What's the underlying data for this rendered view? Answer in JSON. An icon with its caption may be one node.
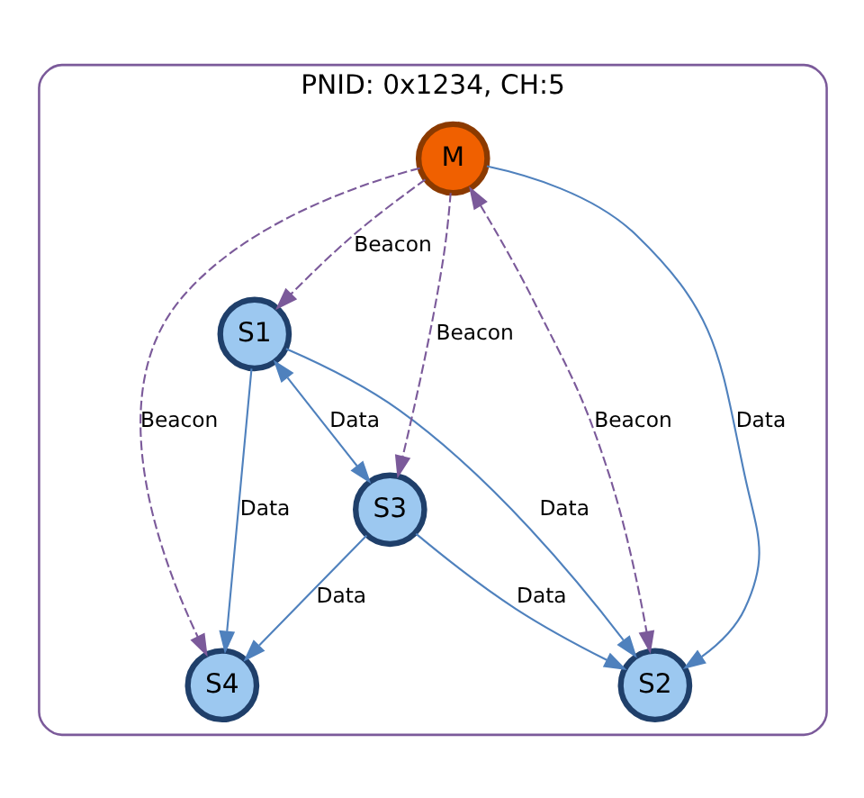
{
  "diagram": {
    "nodes": [
      {
        "text": [
          "PNID: 0x1234, CH:5"
        ]
      },
      {
        "text": [
          "S1"
        ],
        "in": 0
      },
      {
        "text": [
          "S4"
        ],
        "in": 0
      },
      {
        "text": [
          "M"
        ],
        "in": 0
      },
      {
        "text": [
          "S3"
        ],
        "in": 0
      },
      {
        "text": [
          "S2"
        ],
        "in": 0
      }
    ],
    "edges": [
      {
        "from": 1,
        "to": 2,
        "arrow": "to",
        "label": "Data"
      },
      {
        "from": 3,
        "to": 1,
        "arrow": "to",
        "label": "Beacon",
        "style": "dashed",
        "color": "#7b5a9a"
      },
      {
        "from": 3,
        "to": 2,
        "arrow": "to",
        "label": "Beacon",
        "style": "dashed",
        "color": "#7b5a9a"
      },
      {
        "from": 1,
        "to": 4,
        "arrow": "both",
        "label": "Data"
      },
      {
        "from": 4,
        "to": 2,
        "arrow": "to",
        "label": "Data"
      },
      {
        "from": 3,
        "to": 4,
        "arrow": "to",
        "label": "Beacon",
        "style": "dashed",
        "color": "#7b5a9a"
      },
      {
        "from": 1,
        "to": 5,
        "arrow": "to",
        "label": "Data"
      },
      {
        "from": 3,
        "to": 5,
        "arrow": "to",
        "label": "Data"
      },
      {
        "from": 3,
        "to": 5,
        "arrow": "both",
        "label": "Beacon",
        "style": "dashed",
        "color": "#7b5a9a"
      },
      {
        "from": 4,
        "to": 5,
        "arrow": "to",
        "label": "Data"
      }
    ]
  }
}
